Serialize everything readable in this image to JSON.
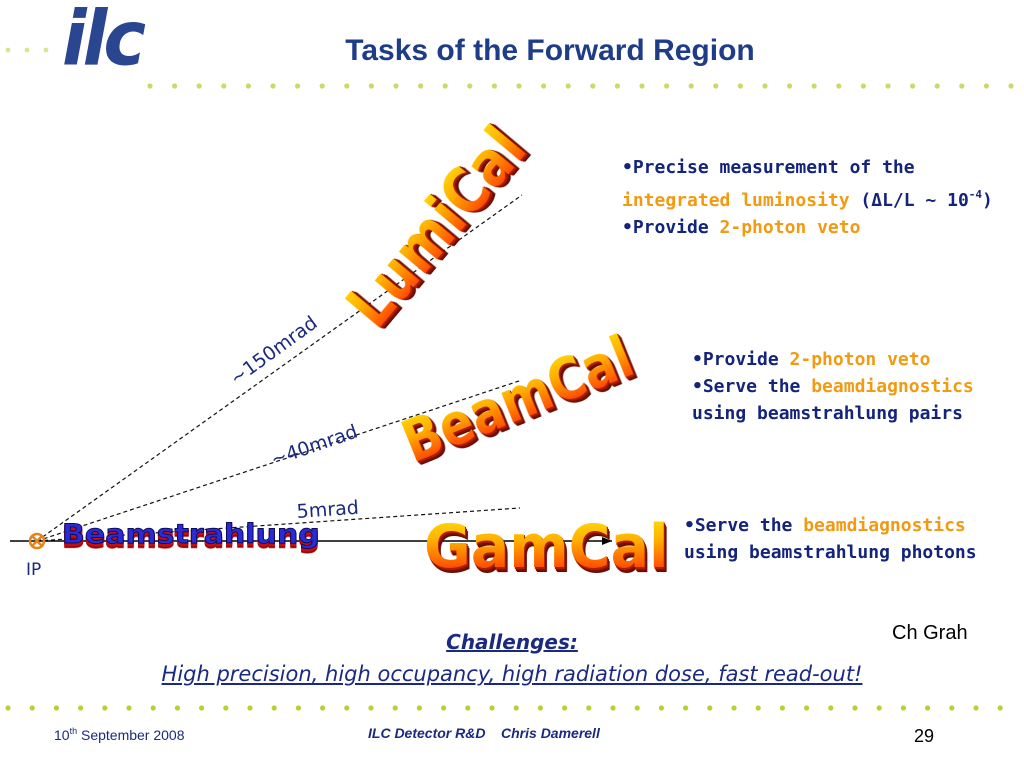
{
  "header": {
    "logo_text": "ilc",
    "title": "Tasks of the Forward Region"
  },
  "detectors": {
    "lumical": "LumiCal",
    "beamcal": "BeamCal",
    "gamcal": "GamCal",
    "beamstrahlung": "Beamstrahlung"
  },
  "angles": {
    "a150": "~150mrad",
    "a40": "~40mrad",
    "a5": "5mrad"
  },
  "ip_label": "IP",
  "lumical_text": {
    "line1": "•Precise measurement of the",
    "line2_highlight": "integrated luminosity",
    "line2_rest_a": " (ΔL/L ~ 10",
    "line2_exp": "-4",
    "line2_rest_b": ")",
    "line3_prefix": "•Provide ",
    "line3_highlight": "2-photon veto"
  },
  "beamcal_text": {
    "line1_prefix": "•Provide ",
    "line1_highlight": "2-photon veto",
    "line2_prefix": "•Serve the ",
    "line2_highlight": "beamdiagnostics",
    "line3": "using beamstrahlung pairs"
  },
  "gamcal_text": {
    "line1_prefix": "•Serve the ",
    "line1_highlight": "beamdiagnostics",
    "line2": "using beamstrahlung photons"
  },
  "credit": "Ch Grah",
  "challenges": {
    "heading": "Challenges:",
    "text": "High precision, high occupancy, high radiation dose, fast read-out!"
  },
  "footer": {
    "date_day": "10",
    "date_sup": "th",
    "date_rest": " September 2008",
    "center": "ILC Detector R&D    Chris Damerell",
    "page_number": "29"
  },
  "colors": {
    "title": "#1f3c88",
    "text": "#14247a",
    "highlight": "#f19a12",
    "dots_top": "#c5dc6a",
    "dots_bottom": "#b5d232"
  }
}
